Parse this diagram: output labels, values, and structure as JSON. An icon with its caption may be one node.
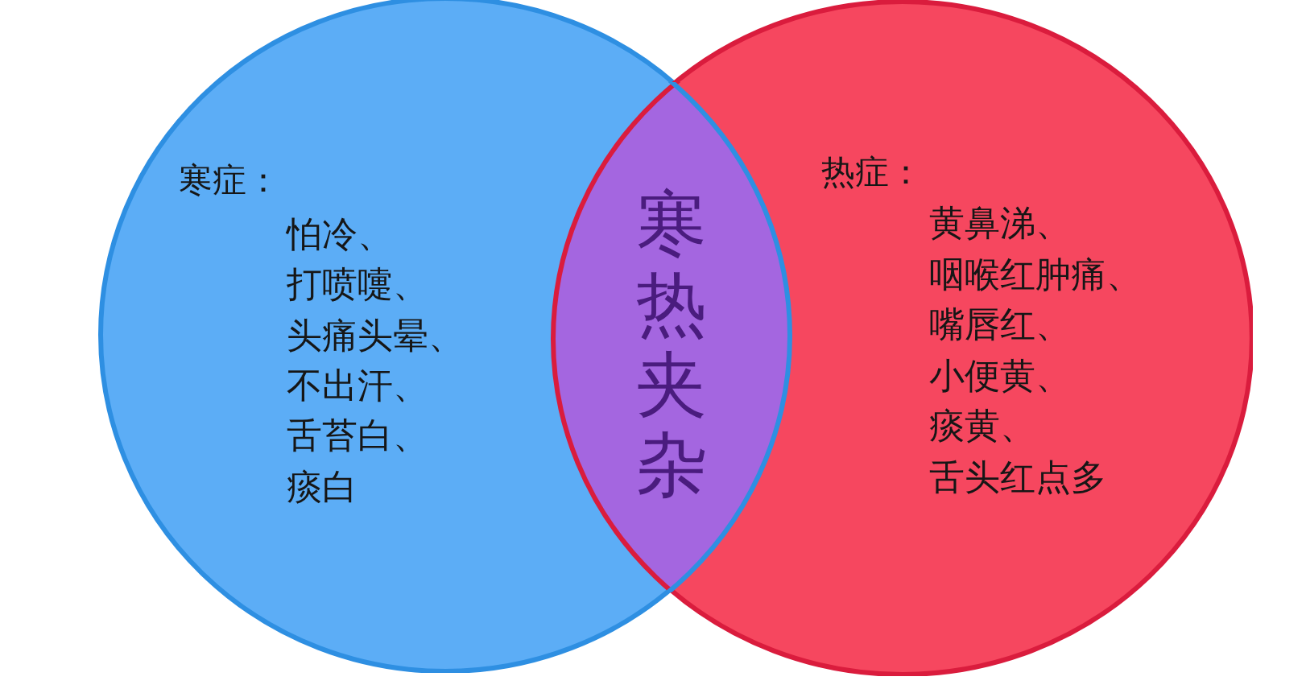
{
  "diagram": {
    "nodes": [
      {
        "text": [
          "寒症：",
          "怕冷、",
          "打喷嚏、",
          "头痛头晕、",
          "不出汗、",
          "舌苔白、",
          "痰白"
        ]
      },
      {
        "text": [
          "热症：",
          "黄鼻涕、",
          "咽喉红肿痛、",
          "嘴唇红、",
          "小便黄、",
          "痰黄、",
          "舌头红点多"
        ]
      }
    ],
    "labels": [
      "寒热夹杂"
    ]
  }
}
